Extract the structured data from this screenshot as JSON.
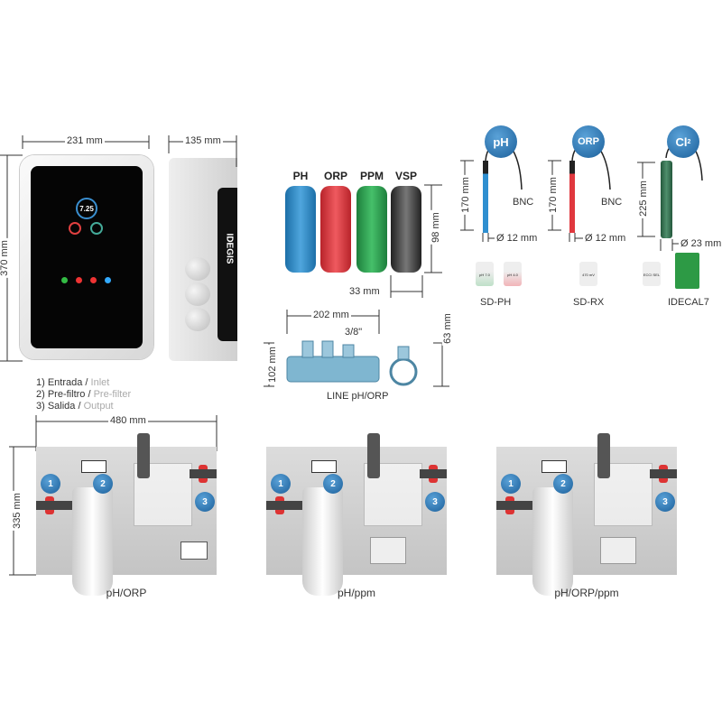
{
  "controller": {
    "width": "231 mm",
    "height": "370 mm",
    "depth": "135 mm",
    "brand": "IDEGIS",
    "screen_value": "7.25"
  },
  "legend": [
    {
      "num": "1)",
      "es": "Entrada",
      "en": "Inlet"
    },
    {
      "num": "2)",
      "es": "Pre-filtro",
      "en": "Pre-filter"
    },
    {
      "num": "3)",
      "es": "Salida",
      "en": "Output"
    }
  ],
  "sensors": {
    "labels": [
      "PH",
      "ORP",
      "PPM",
      "VSP"
    ],
    "height": "98 mm",
    "width": "33 mm",
    "colors": [
      "#2a86c6",
      "#e0383e",
      "#2ea551",
      "#444444"
    ]
  },
  "line": {
    "length": "202 mm",
    "thread": "3/8\"",
    "height": "102 mm",
    "ring": "63 mm",
    "label": "LINE pH/ORP"
  },
  "probes": [
    {
      "badge": "pH",
      "length": "170 mm",
      "connector": "BNC",
      "diameter": "Ø 12 mm",
      "kit": "SD-PH",
      "bottles": [
        "pH 7.0",
        "pH 4.0"
      ],
      "color": "#2f8fd0"
    },
    {
      "badge": "ORP",
      "length": "170 mm",
      "connector": "BNC",
      "diameter": "Ø 12 mm",
      "kit": "SD-RX",
      "bottles": [
        "470 mV"
      ],
      "color": "#e0383e"
    },
    {
      "badge": "Cl",
      "badge_sub": "2",
      "length": "225 mm",
      "diameter": "Ø 23 mm",
      "kit": "IDECAL7",
      "bottles": [
        "ECCI SEL"
      ],
      "color": "#2e6b4b"
    }
  ],
  "panels": {
    "width": "480 mm",
    "height": "335 mm",
    "markers": [
      "1",
      "2",
      "3"
    ],
    "names": [
      "pH/ORP",
      "pH/ppm",
      "pH/ORP/ppm"
    ]
  }
}
